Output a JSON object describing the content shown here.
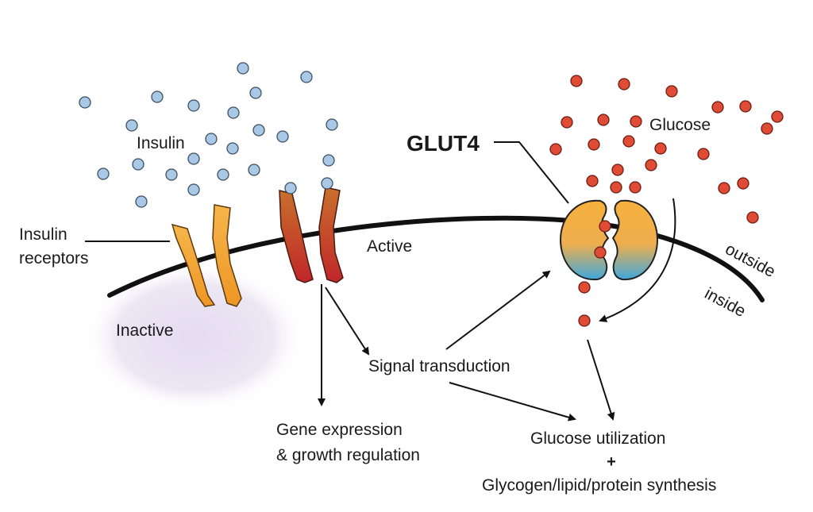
{
  "labels": {
    "insulin": "Insulin",
    "insulin_receptors_line1": "Insulin",
    "insulin_receptors_line2": "receptors",
    "inactive": "Inactive",
    "active": "Active",
    "glut4": "GLUT4",
    "glucose": "Glucose",
    "outside": "outside",
    "inside": "inside",
    "signal_transduction": "Signal transduction",
    "gene_expression_line1": "Gene expression",
    "gene_expression_line2": "& growth regulation",
    "glucose_utilization": "Glucose utilization",
    "plus": "+",
    "synthesis": "Glycogen/lipid/protein synthesis"
  },
  "colors": {
    "insulin_dot": "#a9c8e6",
    "glucose_dot": "#e04b35",
    "receptor_inactive": "#f2a53a",
    "receptor_active": "#c44a2a",
    "glut4_top": "#f5b03e",
    "glut4_bottom": "#4aa9d8",
    "membrane": "#111111",
    "inactive_blob": "#e6def1"
  }
}
